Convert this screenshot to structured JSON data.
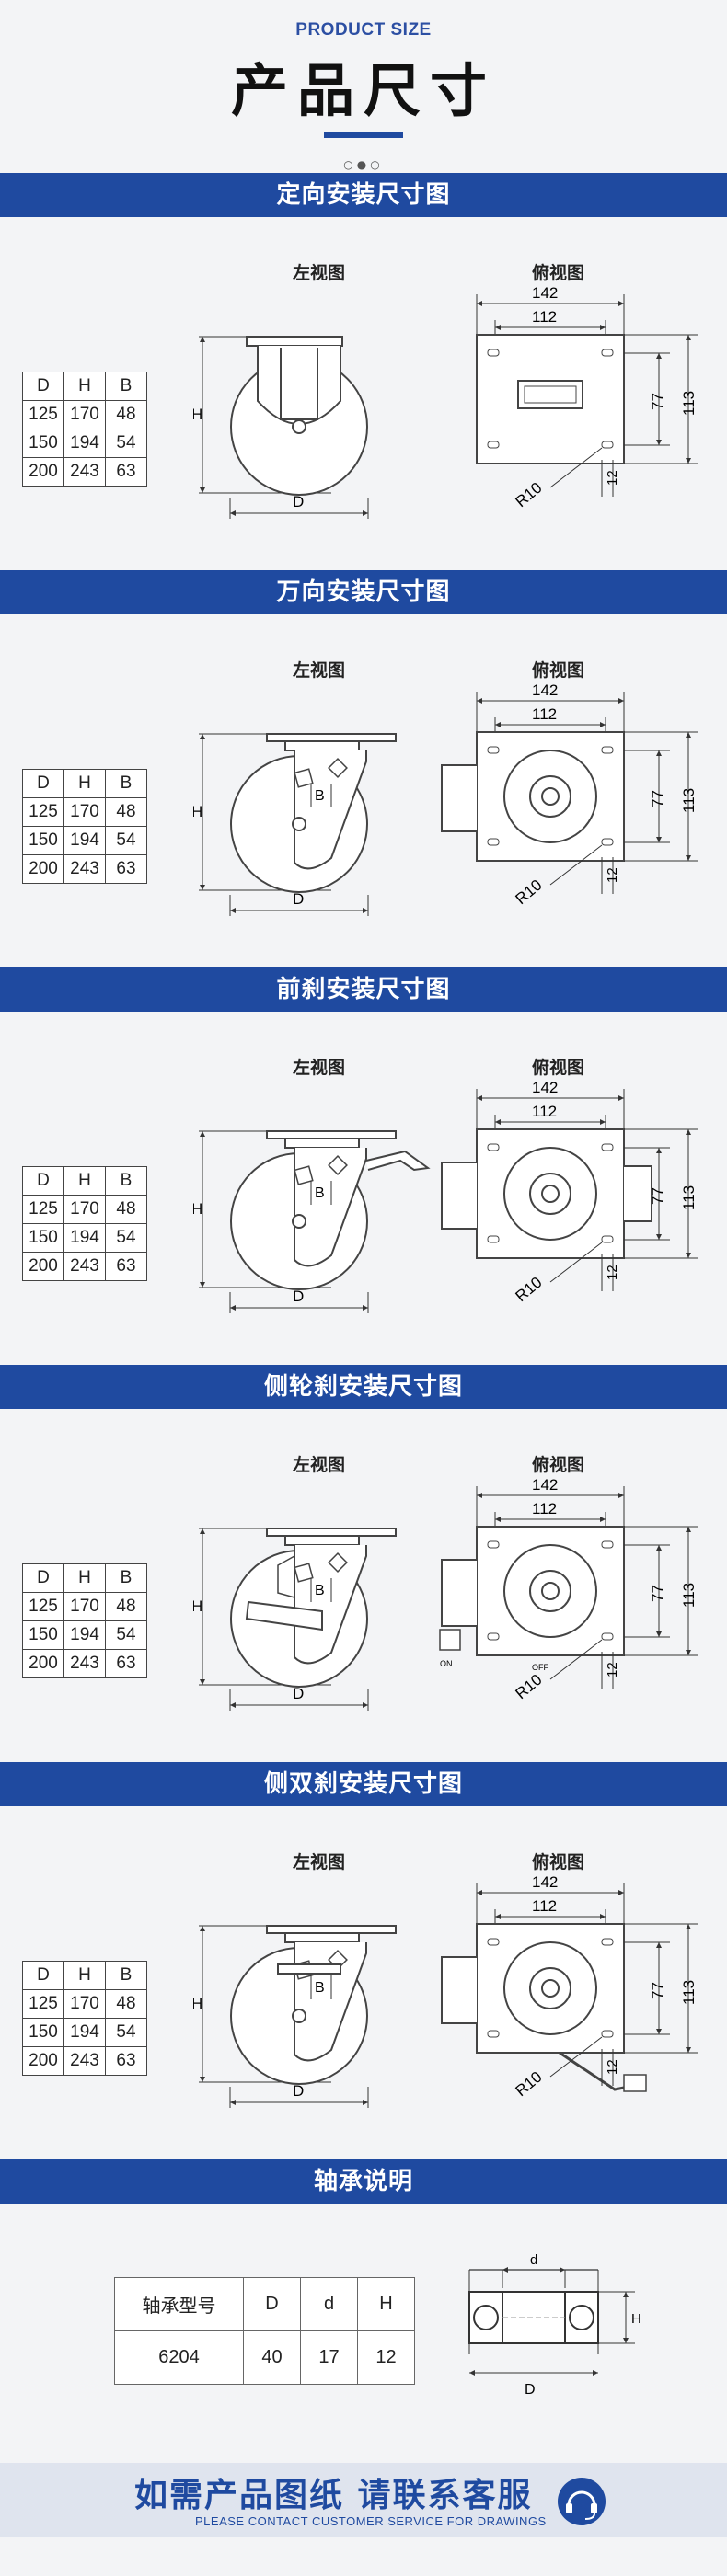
{
  "header": {
    "sub": "PRODUCT SIZE",
    "title": "产品尺寸",
    "dots": "○●○"
  },
  "labels": {
    "left_view": "左视图",
    "top_view": "俯视图"
  },
  "size_table": {
    "headers": [
      "D",
      "H",
      "B"
    ],
    "rows": [
      [
        "125",
        "170",
        "48"
      ],
      [
        "150",
        "194",
        "54"
      ],
      [
        "200",
        "243",
        "63"
      ]
    ]
  },
  "dims": {
    "w142": "142",
    "w112": "112",
    "h77": "77",
    "h113": "113",
    "r10": "R10",
    "d12": "12",
    "H": "H",
    "D": "D",
    "B": "B"
  },
  "sections": [
    {
      "title": "定向安装尺寸图",
      "type": "rigid"
    },
    {
      "title": "万向安装尺寸图",
      "type": "swivel"
    },
    {
      "title": "前刹安装尺寸图",
      "type": "front_brake"
    },
    {
      "title": "侧轮刹安装尺寸图",
      "type": "side_brake"
    },
    {
      "title": "侧双刹安装尺寸图",
      "type": "double_brake"
    }
  ],
  "bearing": {
    "title": "轴承说明",
    "headers": [
      "轴承型号",
      "D",
      "d",
      "H"
    ],
    "row": [
      "6204",
      "40",
      "17",
      "12"
    ],
    "dim_d": "d",
    "dim_D": "D",
    "dim_H": "H"
  },
  "switch_labels": {
    "on": "ON",
    "off": "OFF"
  },
  "footer": {
    "main": "如需产品图纸 请联系客服",
    "sub": "PLEASE CONTACT CUSTOMER SERVICE FOR DRAWINGS",
    "icon": "headset-icon"
  },
  "colors": {
    "band": "#1f4aa0",
    "background": "#f3f4f6",
    "accent": "#2c4fa3"
  }
}
